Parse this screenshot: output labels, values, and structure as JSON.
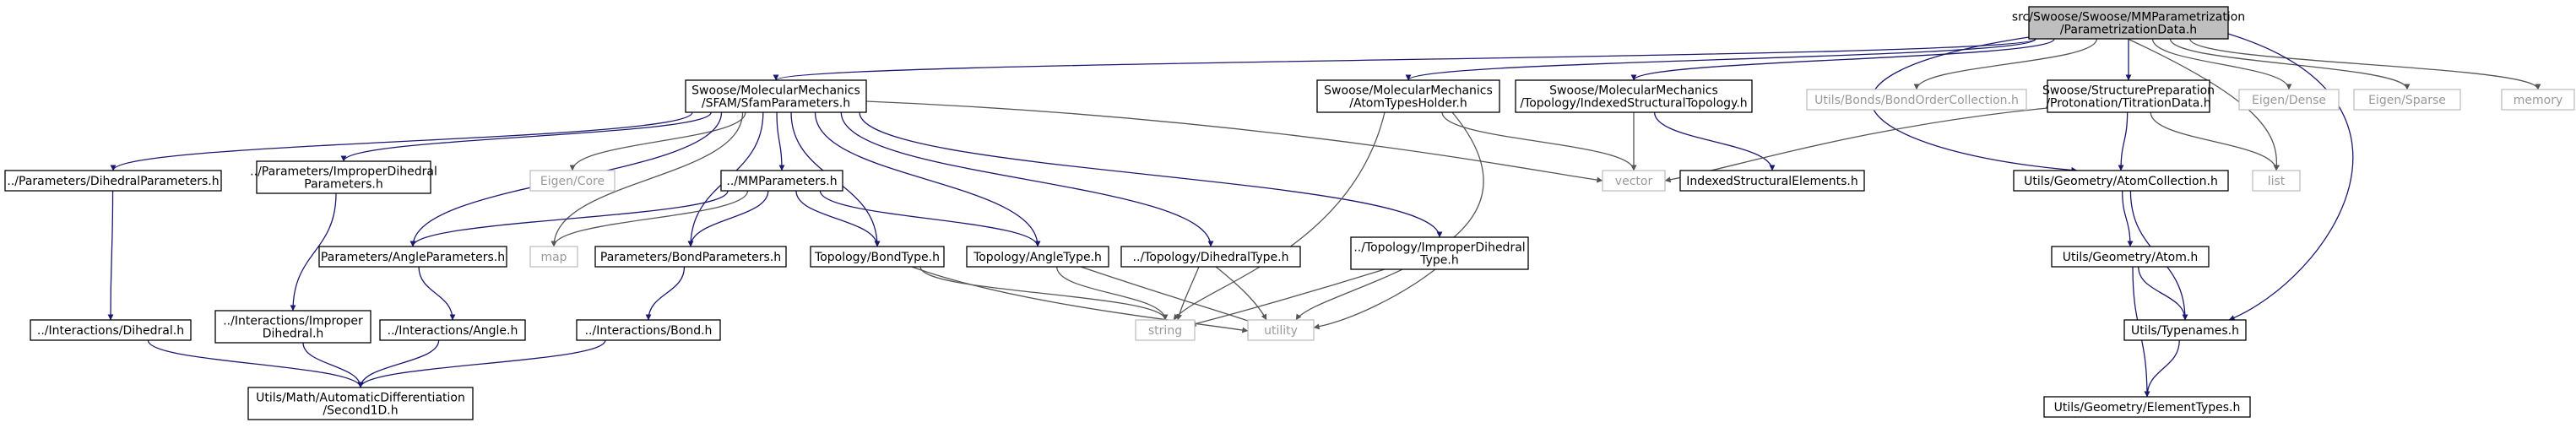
{
  "colors": {
    "edge": "#191970",
    "edge_muted": "#555555",
    "root_fill": "#bfbfbf",
    "external_border": "#bfbfbf",
    "external_text": "#999999"
  },
  "nodes": {
    "root": {
      "lines": [
        "src/Swoose/Swoose/MMParametrization",
        "/ParametrizationData.h"
      ]
    },
    "sfam": {
      "lines": [
        "Swoose/MolecularMechanics",
        "/SFAM/SfamParameters.h"
      ]
    },
    "atomtypes": {
      "lines": [
        "Swoose/MolecularMechanics",
        "/AtomTypesHolder.h"
      ]
    },
    "indexedtopo": {
      "lines": [
        "Swoose/MolecularMechanics",
        "/Topology/IndexedStructuralTopology.h"
      ]
    },
    "bondorder": {
      "lines": [
        "Utils/Bonds/BondOrderCollection.h"
      ]
    },
    "titration": {
      "lines": [
        "Swoose/StructurePreparation",
        "/Protonation/TitrationData.h"
      ]
    },
    "eigendense": {
      "lines": [
        "Eigen/Dense"
      ]
    },
    "eigensparse": {
      "lines": [
        "Eigen/Sparse"
      ]
    },
    "memory": {
      "lines": [
        "memory"
      ]
    },
    "dihedralparams": {
      "lines": [
        "../Parameters/DihedralParameters.h"
      ]
    },
    "improperparams": {
      "lines": [
        "../Parameters/ImproperDihedral",
        "Parameters.h"
      ]
    },
    "eigencore": {
      "lines": [
        "Eigen/Core"
      ]
    },
    "mmparams": {
      "lines": [
        "../MMParameters.h"
      ]
    },
    "vector": {
      "lines": [
        "vector"
      ]
    },
    "indexedelements": {
      "lines": [
        "IndexedStructuralElements.h"
      ]
    },
    "atomcollection": {
      "lines": [
        "Utils/Geometry/AtomCollection.h"
      ]
    },
    "list": {
      "lines": [
        "list"
      ]
    },
    "angleparams": {
      "lines": [
        "Parameters/AngleParameters.h"
      ]
    },
    "map": {
      "lines": [
        "map"
      ]
    },
    "bondparams": {
      "lines": [
        "Parameters/BondParameters.h"
      ]
    },
    "bondtype": {
      "lines": [
        "Topology/BondType.h"
      ]
    },
    "angletype": {
      "lines": [
        "Topology/AngleType.h"
      ]
    },
    "dihedraltype": {
      "lines": [
        "../Topology/DihedralType.h"
      ]
    },
    "impropertype": {
      "lines": [
        "../Topology/ImproperDihedral",
        "Type.h"
      ]
    },
    "atom": {
      "lines": [
        "Utils/Geometry/Atom.h"
      ]
    },
    "idihedral": {
      "lines": [
        "../Interactions/Dihedral.h"
      ]
    },
    "iimproper": {
      "lines": [
        "../Interactions/Improper",
        "Dihedral.h"
      ]
    },
    "iangle": {
      "lines": [
        "../Interactions/Angle.h"
      ]
    },
    "ibond": {
      "lines": [
        "../Interactions/Bond.h"
      ]
    },
    "string": {
      "lines": [
        "string"
      ]
    },
    "utility": {
      "lines": [
        "utility"
      ]
    },
    "typenames": {
      "lines": [
        "Utils/Typenames.h"
      ]
    },
    "autodiff": {
      "lines": [
        "Utils/Math/AutomaticDifferentiation",
        "/Second1D.h"
      ]
    },
    "elementtypes": {
      "lines": [
        "Utils/Geometry/ElementTypes.h"
      ]
    }
  },
  "edges": [
    [
      "root",
      "sfam"
    ],
    [
      "root",
      "atomtypes"
    ],
    [
      "root",
      "indexedtopo"
    ],
    [
      "root",
      "bondorder"
    ],
    [
      "root",
      "titration"
    ],
    [
      "root",
      "eigendense"
    ],
    [
      "root",
      "eigensparse"
    ],
    [
      "root",
      "memory"
    ],
    [
      "root",
      "list"
    ],
    [
      "root",
      "atomcollection"
    ],
    [
      "root",
      "typenames"
    ],
    [
      "sfam",
      "dihedralparams"
    ],
    [
      "sfam",
      "improperparams"
    ],
    [
      "sfam",
      "eigencore"
    ],
    [
      "sfam",
      "mmparams"
    ],
    [
      "sfam",
      "angleparams"
    ],
    [
      "sfam",
      "map"
    ],
    [
      "sfam",
      "bondparams"
    ],
    [
      "sfam",
      "bondtype"
    ],
    [
      "sfam",
      "angletype"
    ],
    [
      "sfam",
      "dihedraltype"
    ],
    [
      "sfam",
      "impropertype"
    ],
    [
      "sfam",
      "vector"
    ],
    [
      "atomtypes",
      "vector"
    ],
    [
      "atomtypes",
      "string"
    ],
    [
      "atomtypes",
      "utility"
    ],
    [
      "indexedtopo",
      "vector"
    ],
    [
      "indexedtopo",
      "indexedelements"
    ],
    [
      "titration",
      "vector"
    ],
    [
      "titration",
      "list"
    ],
    [
      "titration",
      "atomcollection"
    ],
    [
      "mmparams",
      "angleparams"
    ],
    [
      "mmparams",
      "map"
    ],
    [
      "mmparams",
      "bondparams"
    ],
    [
      "mmparams",
      "bondtype"
    ],
    [
      "mmparams",
      "angletype"
    ],
    [
      "dihedralparams",
      "idihedral"
    ],
    [
      "improperparams",
      "iimproper"
    ],
    [
      "angleparams",
      "iangle"
    ],
    [
      "bondparams",
      "ibond"
    ],
    [
      "bondtype",
      "string"
    ],
    [
      "bondtype",
      "utility"
    ],
    [
      "angletype",
      "string"
    ],
    [
      "angletype",
      "utility"
    ],
    [
      "dihedraltype",
      "string"
    ],
    [
      "dihedraltype",
      "utility"
    ],
    [
      "impropertype",
      "string"
    ],
    [
      "impropertype",
      "utility"
    ],
    [
      "atomcollection",
      "atom"
    ],
    [
      "atomcollection",
      "typenames"
    ],
    [
      "atom",
      "typenames"
    ],
    [
      "atom",
      "elementtypes"
    ],
    [
      "typenames",
      "elementtypes"
    ],
    [
      "idihedral",
      "autodiff"
    ],
    [
      "iimproper",
      "autodiff"
    ],
    [
      "iangle",
      "autodiff"
    ],
    [
      "ibond",
      "autodiff"
    ]
  ]
}
